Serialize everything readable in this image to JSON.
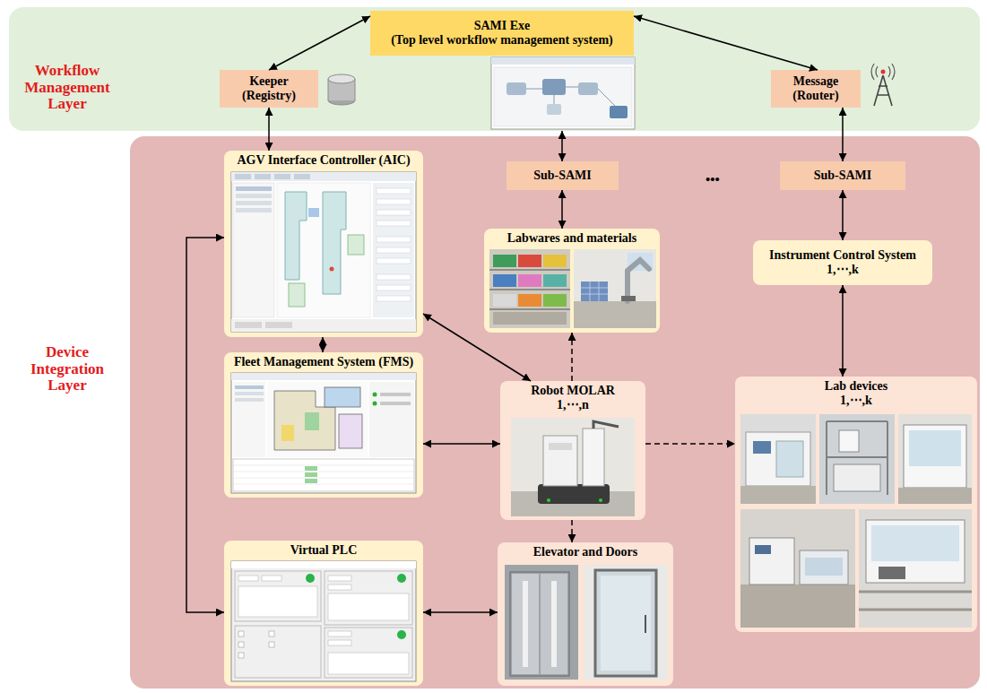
{
  "diagram": {
    "nodes": [
      {
        "text": [
          "Workflow Management Layer"
        ]
      },
      {
        "text": [
          "SAMI Exe",
          "(Top level workflow management system)"
        ],
        "in": 0
      },
      {
        "text": [
          "Keeper (Registry)"
        ],
        "in": 0
      },
      {
        "text": [
          "Message (Router)"
        ],
        "in": 0
      },
      {
        "text": [
          "Device Integration Layer"
        ]
      },
      {
        "text": [
          "AGV Interface Controller (AIC)"
        ],
        "in": 4
      },
      {
        "text": [
          "Sub-SAMI"
        ],
        "in": 4
      },
      {
        "text": [
          "Sub-SAMI"
        ],
        "in": 4
      },
      {
        "text": [
          "Labwares and materials"
        ],
        "in": 4
      },
      {
        "text": [
          "Instrument Control System 1,⋯,k"
        ],
        "in": 4
      },
      {
        "text": [
          "Fleet Management System (FMS)"
        ],
        "in": 4
      },
      {
        "text": [
          "Robot MOLAR 1,⋯,n"
        ],
        "in": 4
      },
      {
        "text": [
          "Lab devices 1,⋯,k"
        ],
        "in": 4
      },
      {
        "text": [
          "Virtual PLC"
        ],
        "in": 4
      },
      {
        "text": [
          "Elevator and Doors"
        ],
        "in": 4
      }
    ],
    "edges": [
      {
        "from": 1,
        "to": 2,
        "arrow": "both"
      },
      {
        "from": 1,
        "to": 3,
        "arrow": "both"
      },
      {
        "from": 2,
        "to": 5,
        "arrow": "both"
      },
      {
        "from": 0,
        "to": 6,
        "arrow": "both"
      },
      {
        "from": 3,
        "to": 7,
        "arrow": "both"
      },
      {
        "from": 6,
        "to": 8,
        "arrow": "both"
      },
      {
        "from": 7,
        "to": 9,
        "arrow": "both"
      },
      {
        "from": 9,
        "to": 12,
        "arrow": "both"
      },
      {
        "from": 5,
        "to": 10,
        "arrow": "both"
      },
      {
        "from": 5,
        "to": 11,
        "arrow": "both"
      },
      {
        "from": 10,
        "to": 11,
        "arrow": "both"
      },
      {
        "from": 11,
        "to": 8,
        "arrow": "to"
      },
      {
        "from": 11,
        "to": 12,
        "arrow": "to"
      },
      {
        "from": 11,
        "to": 14,
        "arrow": "to"
      },
      {
        "from": 13,
        "to": 14,
        "arrow": "both"
      },
      {
        "from": 5,
        "to": 13,
        "arrow": "both"
      }
    ],
    "labels": [
      "•••"
    ]
  }
}
